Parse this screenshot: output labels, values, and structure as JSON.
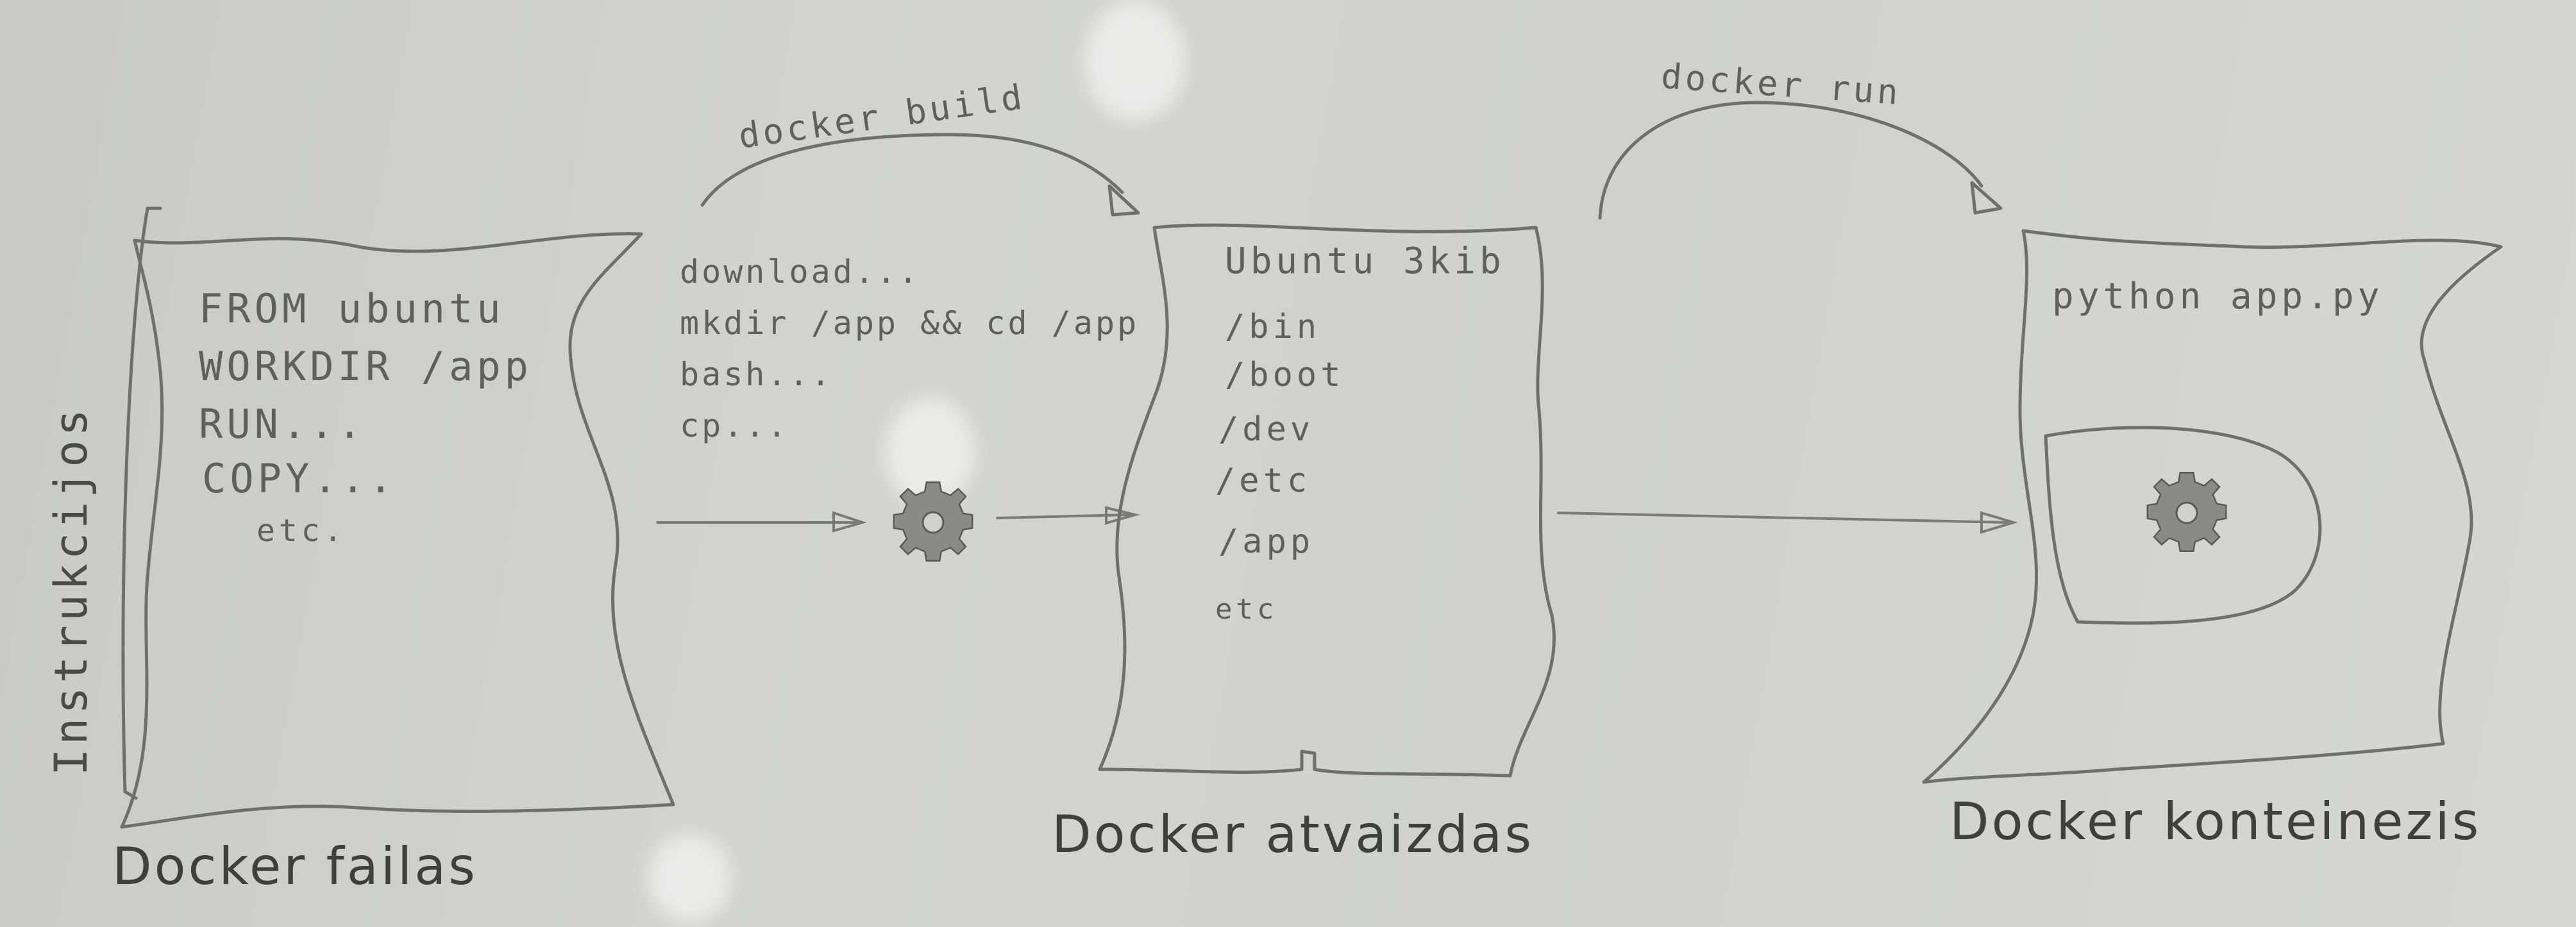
{
  "side_label": "Instrukcijos",
  "dockerfile": {
    "lines": [
      "FROM ubuntu",
      "WORKDIR /app",
      "RUN...",
      "COPY...",
      "etc."
    ],
    "label": "Docker failas"
  },
  "build": {
    "arrow_label": "docker build",
    "steps": [
      "download...",
      "mkdir /app && cd /app",
      "bash...",
      "cp..."
    ]
  },
  "image": {
    "header": "Ubuntu 3kib",
    "dirs": [
      "/bin",
      "/boot",
      "/dev",
      "/etc",
      "/app",
      "etc"
    ],
    "label": "Docker atvaizdas"
  },
  "run": {
    "arrow_label": "docker run"
  },
  "container": {
    "command": "python app.py",
    "label": "Docker konteinezis"
  },
  "icons": [
    "gear-icon",
    "gear-icon"
  ],
  "colors": {
    "paper": "#d0d1ce",
    "pencil": "#6f706e",
    "gear": "#8a8b89"
  }
}
